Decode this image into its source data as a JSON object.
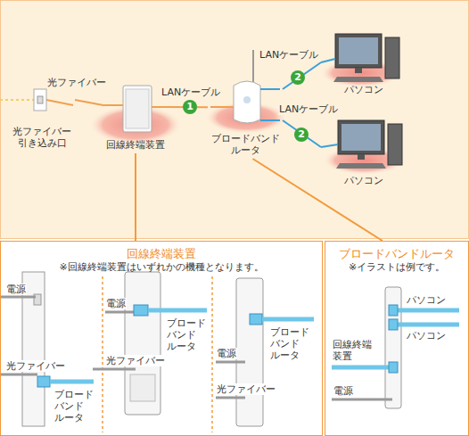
{
  "diagram": {
    "nodes": [
      {
        "text": [
          "光ファイバー 引き込み口"
        ]
      },
      {
        "text": [
          "回線終端装置"
        ]
      },
      {
        "text": [
          "ブロードバンド ルータ"
        ]
      },
      {
        "text": [
          "パソコン"
        ]
      },
      {
        "text": [
          "パソコン"
        ]
      },
      {
        "text": [
          "回線終端装置",
          "※回線終端装置はいずれかの機種となります。"
        ]
      },
      {
        "text": [
          "ブロードバンドルータ",
          "※イラストは例です。"
        ]
      }
    ],
    "edges": [
      {
        "from": 0,
        "to": 1,
        "arrow": "none",
        "label": "光ファイバー"
      },
      {
        "from": 1,
        "to": 2,
        "arrow": "none",
        "label": "LANケーブル"
      },
      {
        "from": 2,
        "to": 3,
        "arrow": "none",
        "label": "LANケーブル"
      },
      {
        "from": 2,
        "to": 4,
        "arrow": "none",
        "label": "LANケーブル"
      },
      {
        "from": 1,
        "to": 5,
        "arrow": "none"
      },
      {
        "from": 2,
        "to": 6,
        "arrow": "none"
      }
    ],
    "labels": [
      "1",
      "2",
      "2",
      "電源",
      "光ファイバー",
      "ブロードバンド ルータ",
      "電源",
      "ブロードバンド ルータ",
      "光ファイバー",
      "ブロードバンド ルータ",
      "電源",
      "光ファイバー",
      "パソコン",
      "パソコン",
      "回線終端 装置",
      "電源"
    ]
  }
}
